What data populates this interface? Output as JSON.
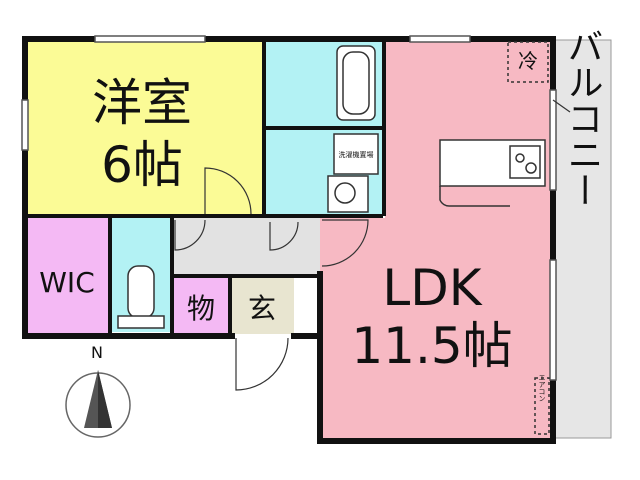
{
  "rooms": {
    "western": {
      "name": "洋室",
      "size": "6帖"
    },
    "ldk": {
      "name": "LDK",
      "size": "11.5帖"
    },
    "wic": {
      "name": "WIC"
    },
    "storage": {
      "name": "物"
    },
    "entrance": {
      "name": "玄"
    },
    "balcony": {
      "name": "バルコニー"
    }
  },
  "labels": {
    "fridge": "冷",
    "washer": "洗濯機置場",
    "aircon": "エアコン"
  },
  "compass": {
    "north": "N"
  },
  "colors": {
    "western": "#fbfb96",
    "ldk": "#f7b9c3",
    "wic": "#f4b9f4",
    "water": "#b3f2f4",
    "corridor": "#e2e2e2",
    "balcony": "#e6e6e6",
    "wall": "#111111"
  }
}
